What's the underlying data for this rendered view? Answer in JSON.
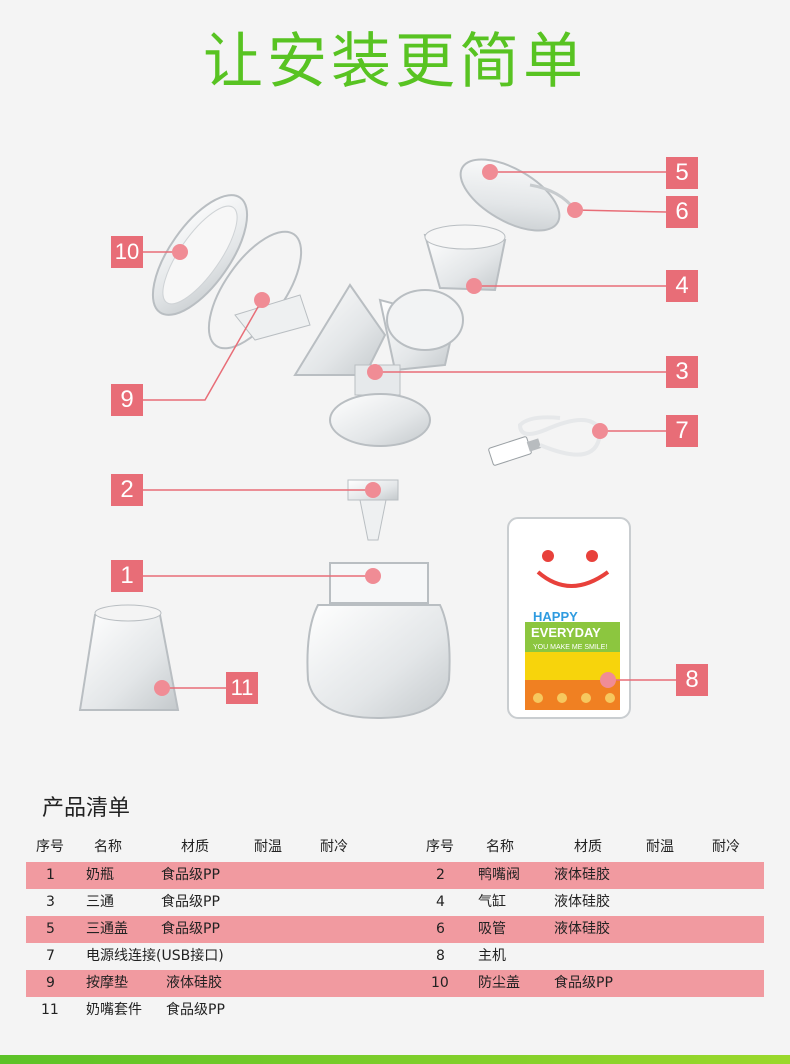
{
  "title": "让安装更简单",
  "labels": {
    "l1": "1",
    "l2": "2",
    "l3": "3",
    "l4": "4",
    "l5": "5",
    "l6": "6",
    "l7": "7",
    "l8": "8",
    "l9": "9",
    "l10": "10",
    "l11": "11"
  },
  "device_text": {
    "happy": "HAPPY",
    "everyday": "EVERYDAY",
    "slogan": "YOU MAKE ME SMILE!"
  },
  "list_title": "产品清单",
  "table": {
    "headers": [
      "序号",
      "名称",
      "材质",
      "耐温",
      "耐冷",
      "序号",
      "名称",
      "材质",
      "耐温",
      "耐冷"
    ],
    "rows": [
      [
        "1",
        "奶瓶",
        "食品级PP",
        "2",
        "鸭嘴阀",
        "液体硅胶"
      ],
      [
        "3",
        "三通",
        "食品级PP",
        "4",
        "气缸",
        "液体硅胶"
      ],
      [
        "5",
        "三通盖",
        "食品级PP",
        "6",
        "吸管",
        "液体硅胶"
      ],
      [
        "7",
        "电源线连接(USB接口)",
        "",
        "8",
        "主机",
        ""
      ],
      [
        "9",
        "按摩垫",
        "液体硅胶",
        "10",
        "防尘盖",
        "食品级PP"
      ],
      [
        "11",
        "奶嘴套件",
        "食品级PP",
        "",
        "",
        ""
      ]
    ]
  },
  "colors": {
    "title_green": "#58c322",
    "label_pink": "#e86d77",
    "row_pink": "#f19aa0"
  }
}
